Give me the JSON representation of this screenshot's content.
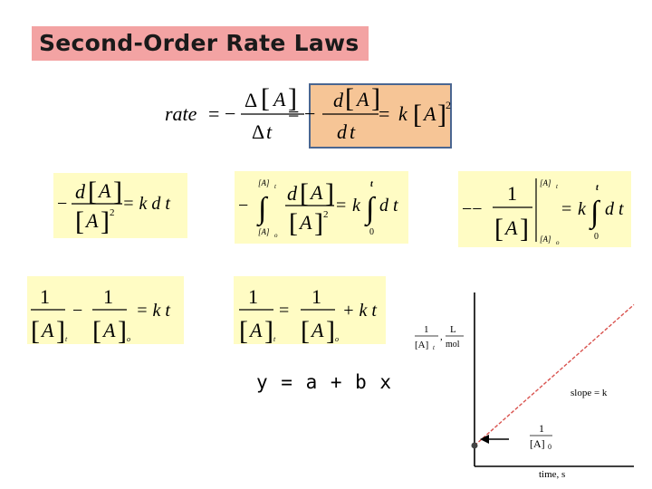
{
  "title": "Second-Order Rate Laws",
  "equations": {
    "rate": {
      "lhs": "rate",
      "eq": "=",
      "minus": "−",
      "delta_num": "Δ",
      "A": "A",
      "delta_den": "Δ",
      "t": "t",
      "d": "d",
      "k": "k",
      "exp2": "2"
    },
    "differential": {
      "minus": "−",
      "d": "d",
      "A": "A",
      "exp2": "2",
      "rhs": "= k d t"
    },
    "integral_setup": {
      "minus": "−",
      "upper": "[A]",
      "upper_sub": "t",
      "lower": "[A]",
      "lower_sub": "o",
      "d": "d",
      "A": "A",
      "exp2": "2",
      "eq": "=",
      "k": "k",
      "t_upper": "t",
      "zero": "0",
      "dt": "d t"
    },
    "integral_eval": {
      "prefix": "−−",
      "one": "1",
      "A": "A",
      "upper": "[A]",
      "upper_sub": "t",
      "lower": "[A]",
      "lower_sub": "o",
      "eq": "=",
      "k": "k",
      "t_upper": "t",
      "zero": "0",
      "dt": "d t"
    },
    "integrated_1": {
      "one": "1",
      "A": "A",
      "sub_t": "t",
      "sub_o": "o",
      "minus": "−",
      "rhs": "= k t"
    },
    "integrated_2": {
      "one": "1",
      "A": "A",
      "sub_t": "t",
      "sub_o": "o",
      "eq": "=",
      "rhs": "+ k t"
    }
  },
  "linear_form": "y = a + b x",
  "chart_data": {
    "type": "line",
    "y_label_num": "1",
    "y_label_den": "[A]",
    "y_label_den_sub": "t",
    "y_label_comma": ",",
    "y_unit_num": "L",
    "y_unit_den": "mol",
    "xlabel": "time, s",
    "slope_label": "slope = k",
    "intercept_num": "1",
    "intercept_den": "[A]",
    "intercept_den_sub": "0",
    "line_color": "#d9534f",
    "series": [
      {
        "x": [
          0,
          1
        ],
        "y": [
          0.12,
          0.93
        ]
      }
    ],
    "xlim": [
      0,
      1
    ],
    "ylim": [
      0,
      1
    ]
  }
}
